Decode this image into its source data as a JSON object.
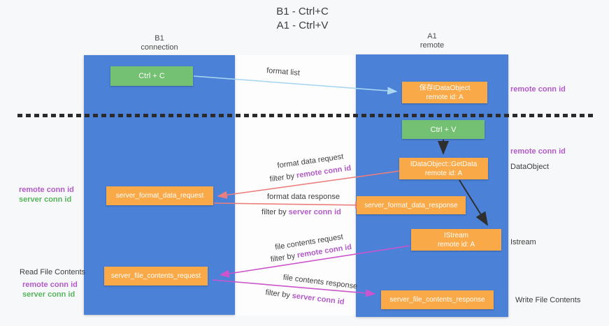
{
  "title": {
    "line1": "B1 - Ctrl+C",
    "line2": "A1 - Ctrl+V"
  },
  "lanes": {
    "left": {
      "name": "B1",
      "role": "connection"
    },
    "right": {
      "name": "A1",
      "role": "remote"
    }
  },
  "nodes": {
    "ctrl_c": {
      "label": "Ctrl + C"
    },
    "save_idataobject": {
      "line1": "保存IDataObject",
      "line2": "remote id: A"
    },
    "ctrl_v": {
      "label": "Ctrl + V"
    },
    "getdata": {
      "line1": "IDataObject::GetData",
      "line2": "remote id: A"
    },
    "server_format_data_request": {
      "label": "server_format_data_request"
    },
    "server_format_data_response": {
      "label": "server_format_data_response"
    },
    "istream": {
      "line1": "IStream",
      "line2": "remote id: A"
    },
    "server_file_contents_request": {
      "label": "server_file_contents_request"
    },
    "server_file_contents_response": {
      "label": "server_file_contents_response"
    }
  },
  "annotations": {
    "right_remote_conn_top": "remote conn id",
    "right_remote_conn_mid": "remote conn id",
    "dataobject": "DataObject",
    "istream": "Istream",
    "write_file_contents": "Write File Contents",
    "read_file_contents": "Read File Contents",
    "left_remote_conn_top": "remote conn id",
    "left_server_conn_top": "server conn id",
    "left_remote_conn_bottom": "remote conn id",
    "left_server_conn_bottom": "server conn id"
  },
  "arrow_labels": {
    "format_list": "format list",
    "format_data_request": "format data request",
    "format_data_response": "format data response",
    "file_contents_request": "file contents request",
    "file_contents_response": "file contents response",
    "filter_by": "filter by ",
    "remote_conn_id": "remote conn id",
    "server_conn_id": "server conn id"
  },
  "colors": {
    "lane_blue": "#4b81d7",
    "box_orange": "#f9a947",
    "box_green": "#74c174",
    "purple_label": "#b25bc8",
    "green_label": "#57b55e",
    "arrow_blue": "#a9d7f2",
    "arrow_salmon": "#ee7e7e",
    "arrow_magenta": "#cd54cd",
    "arrow_black": "#2f2f2f",
    "text_dark": "#3c3c3c"
  }
}
